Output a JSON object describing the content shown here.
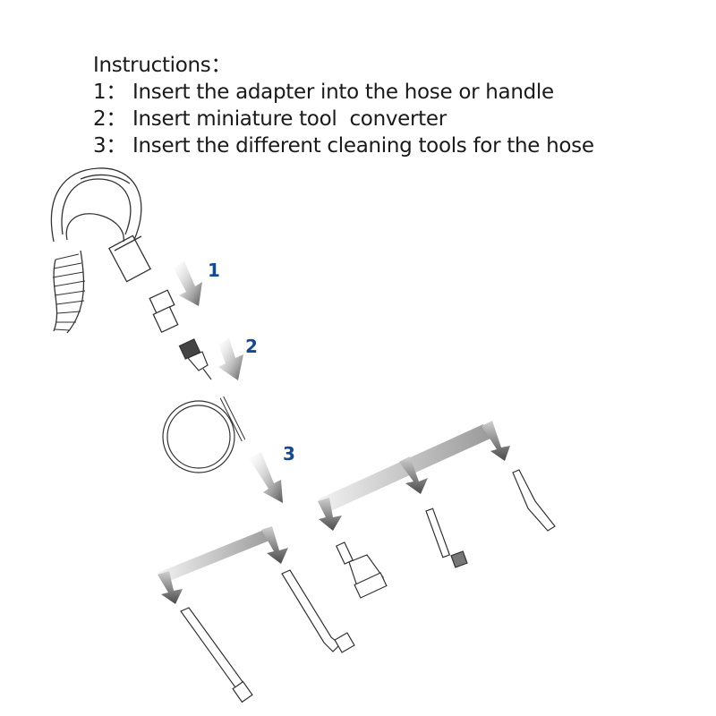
{
  "instructions": {
    "title": "Instructions：",
    "steps": [
      "1： Insert the adapter into the hose or handle",
      "2： Insert miniature tool  converter",
      "3： Insert the different cleaning tools for the hose"
    ]
  },
  "diagram": {
    "step_labels": [
      "1",
      "2",
      "3"
    ],
    "label_color": "#154b8c",
    "parts": [
      "vacuum-handle",
      "adapter",
      "miniature-tool-converter",
      "coiled-mini-hose",
      "round-brush",
      "dusting-brush",
      "crevice-tool",
      "straight-extension-wand",
      "bent-extension-wand"
    ]
  }
}
